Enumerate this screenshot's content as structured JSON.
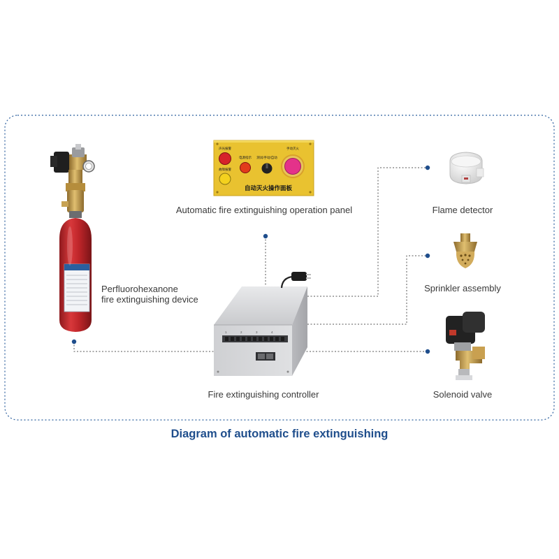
{
  "title": "Diagram of automatic fire extinguishing",
  "colors": {
    "frame": "#2c5f9e",
    "connector": "#555555",
    "title": "#1f4e8c",
    "panel_yellow": "#e9c230",
    "cylinder_red": "#c0262a",
    "brass": "#c9a050",
    "steel": "#d4d5d8"
  },
  "components": {
    "panel": {
      "label": "Automatic fire extinguishing operation panel",
      "sign": "自动灭火操作面板",
      "tags": [
        "声光报警",
        "电源指示",
        "测试/手动/自动",
        "手动灭火",
        "故障报警"
      ]
    },
    "cylinder": {
      "label_line1": "Perfluorohexanone",
      "label_line2": "fire extinguishing device"
    },
    "controller": {
      "label": "Fire extinguishing controller",
      "marks": [
        "1",
        "2",
        "3",
        "4"
      ]
    },
    "flame_detector": {
      "label": "Flame detector"
    },
    "sprinkler": {
      "label": "Sprinkler assembly"
    },
    "solenoid": {
      "label": "Solenoid valve"
    }
  },
  "icons": [
    "plug-icon"
  ]
}
